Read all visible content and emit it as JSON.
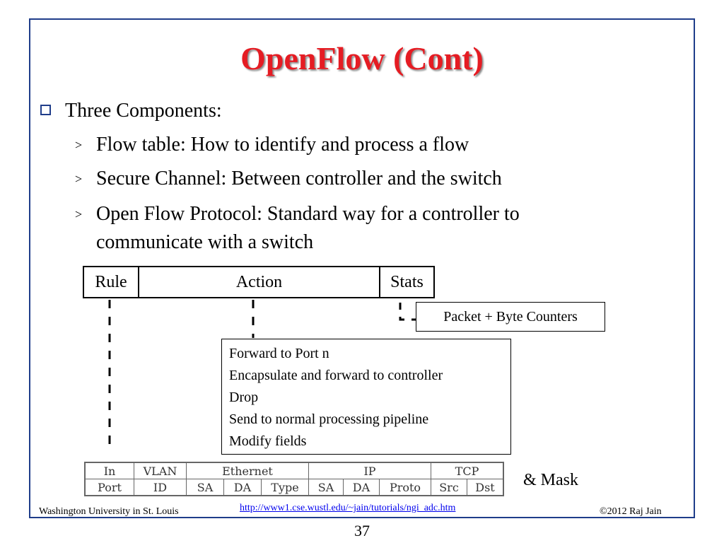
{
  "slide": {
    "title": "OpenFlow (Cont)",
    "bullet": "Three Components:",
    "subbullets": [
      "Flow table: How to identify and process a flow",
      "Secure Channel: Between controller and the switch",
      "Open Flow Protocol: Standard way for a controller to",
      "communicate with a switch"
    ],
    "colors": {
      "title": "#e51c23",
      "frame": "#1f3d8a",
      "link": "#0000ee"
    }
  },
  "diagram": {
    "header": {
      "rule": "Rule",
      "action": "Action",
      "stats": "Stats"
    },
    "counters": "Packet + Byte Counters",
    "actions": [
      "Forward to Port n",
      "Encapsulate and forward to controller",
      "Drop",
      "Send to normal processing pipeline",
      "Modify fields"
    ],
    "fields": {
      "top": [
        "In",
        "VLAN",
        "Ethernet",
        "IP",
        "TCP"
      ],
      "bottom": [
        "Port",
        "ID",
        "SA",
        "DA",
        "Type",
        "SA",
        "DA",
        "Proto",
        "Src",
        "Dst"
      ]
    },
    "mask": "& Mask"
  },
  "footer": {
    "left": "Washington University in St. Louis",
    "link": "http://www1.cse.wustl.edu/~jain/tutorials/ngi_adc.htm",
    "right": "©2012 Raj Jain",
    "page": "37"
  }
}
